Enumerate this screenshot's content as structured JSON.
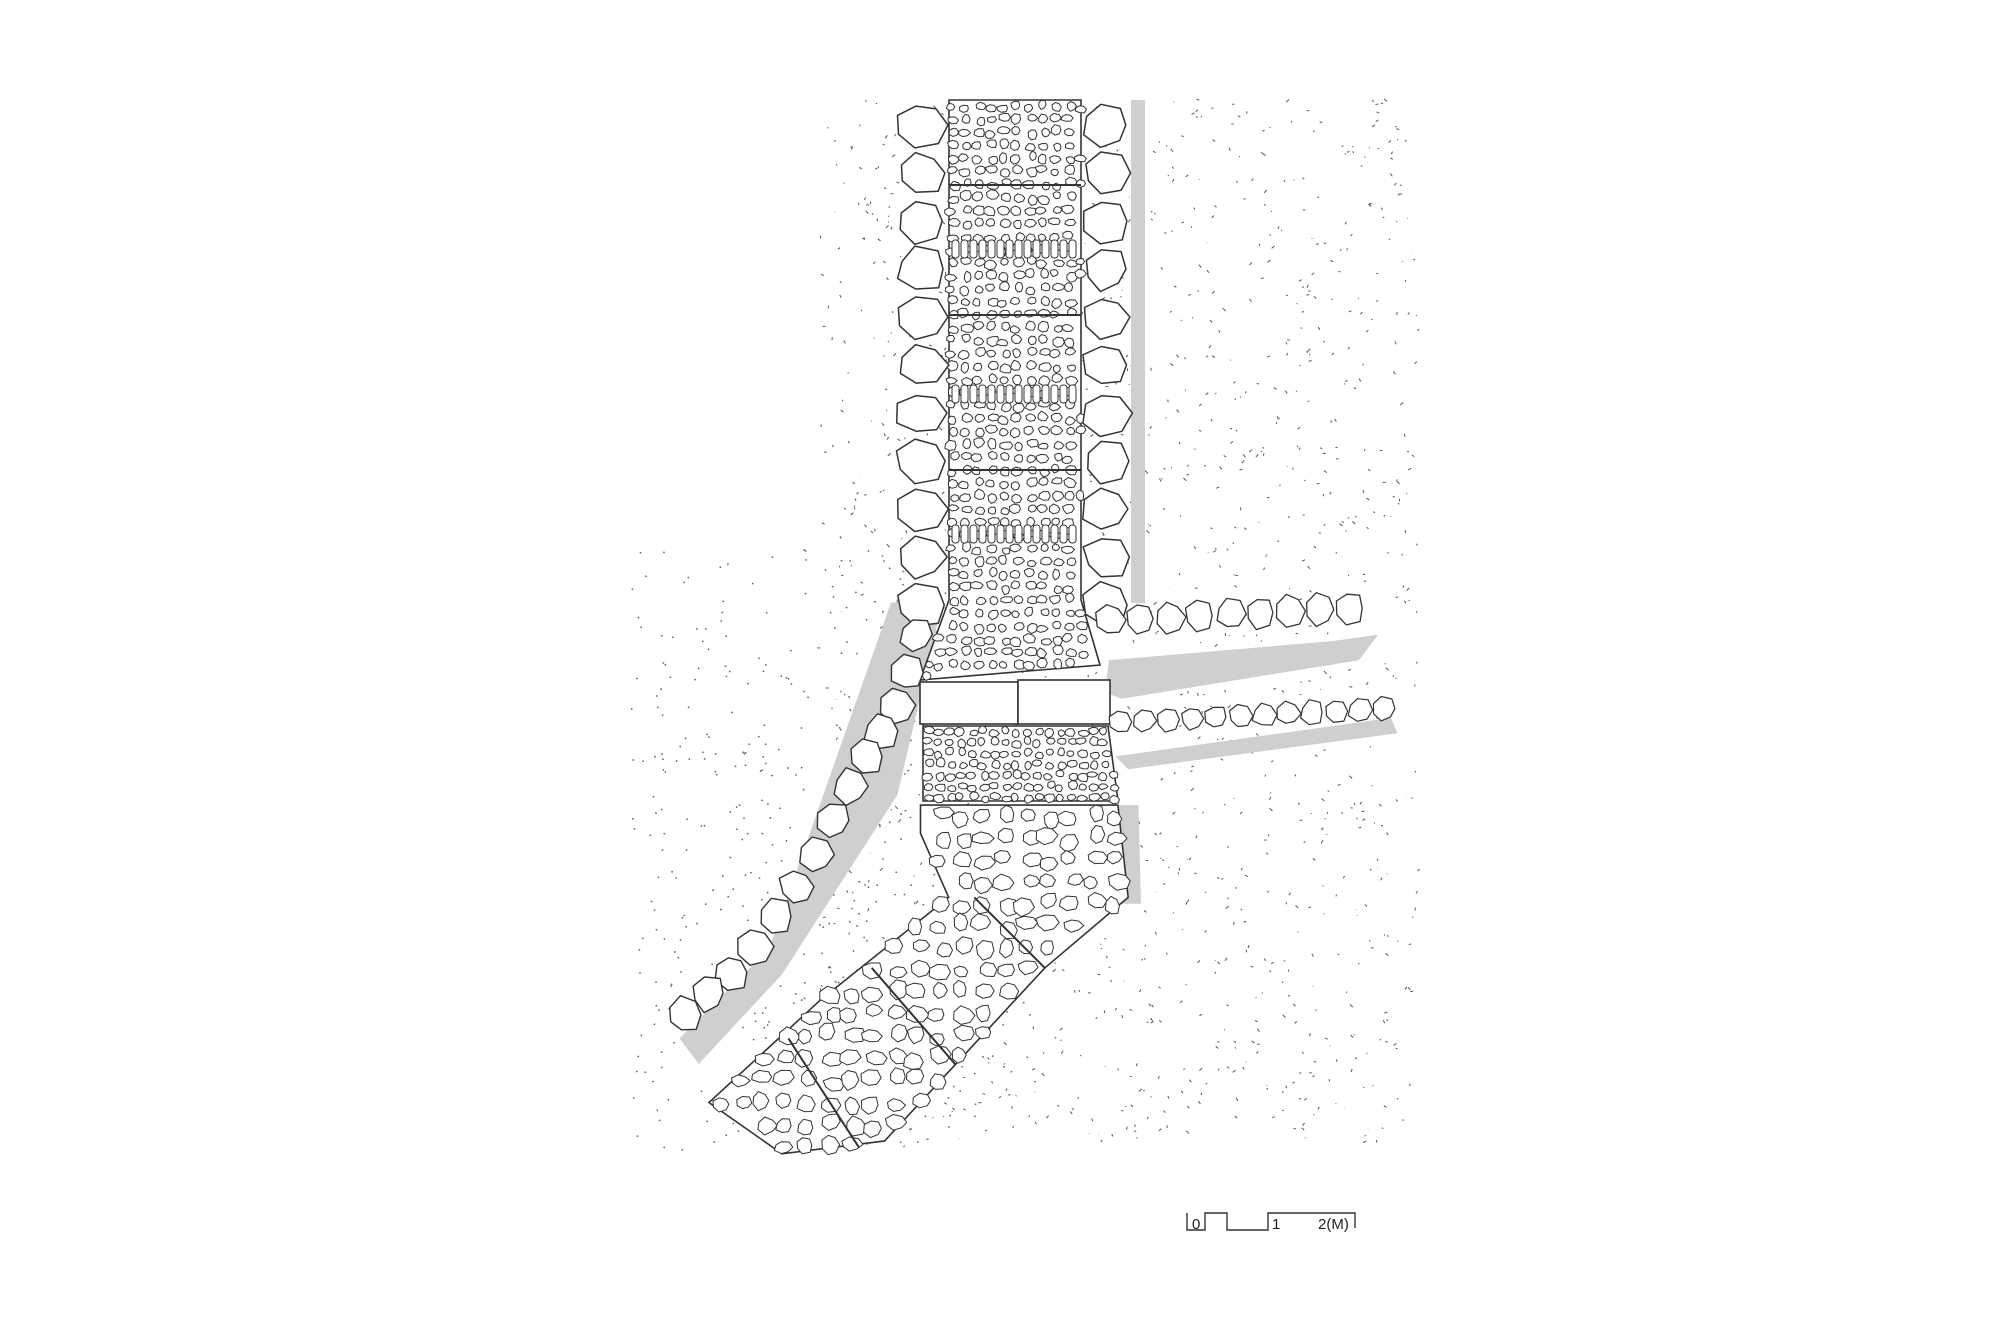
{
  "drawing": {
    "subject": "plan-drawing",
    "colors": {
      "line": "#333333",
      "shadow": "#cfcfcf",
      "paper": "#ffffff"
    }
  },
  "scale_bar": {
    "labels": [
      "0",
      "1",
      "2(M)"
    ]
  }
}
